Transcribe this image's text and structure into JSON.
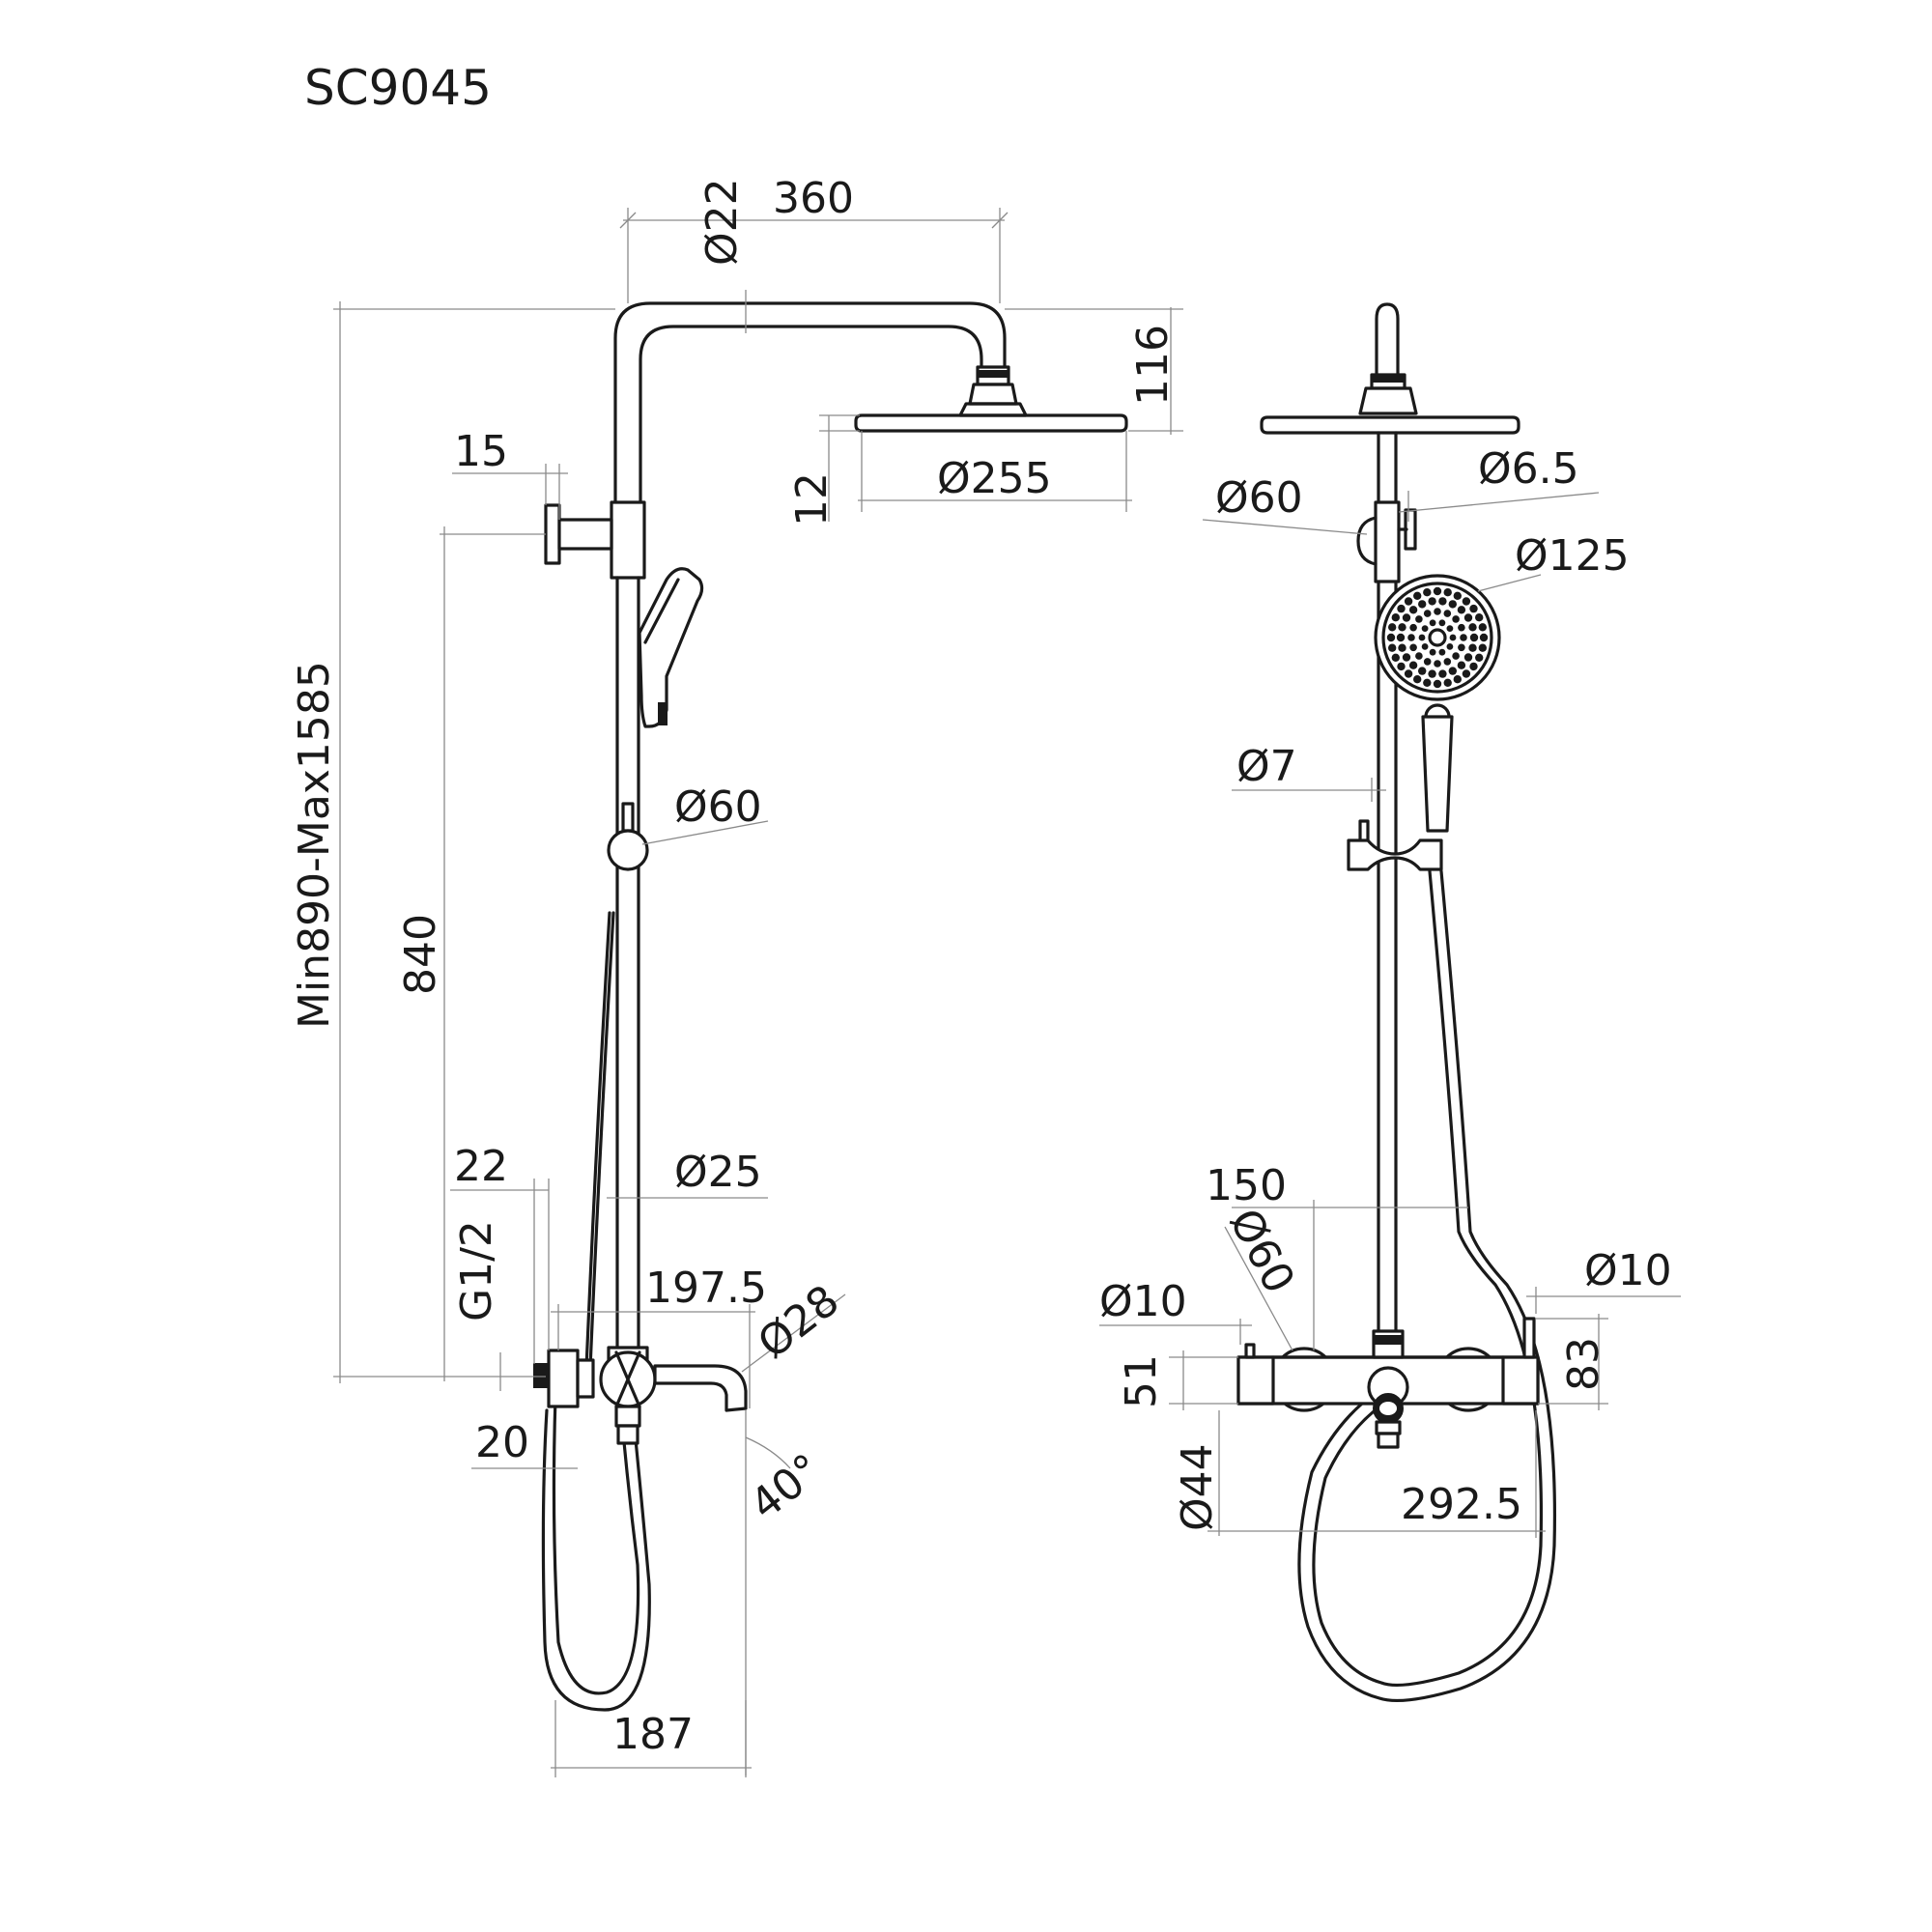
{
  "title": "SC9045",
  "side_view": {
    "width_top": "360",
    "pipe_dia_top": "Ø22",
    "head_height": "116",
    "head_dia": "Ø255",
    "head_thickness": "12",
    "knob_offset": "15",
    "total_height": "Min890-Max1585",
    "slider_height": "840",
    "holder_dia": "Ø60",
    "bar_dia": "Ø25",
    "inlet_offset": "22",
    "thread": "G1/2",
    "spout_length": "197.5",
    "spout_dia": "Ø28",
    "inlet_depth": "20",
    "spout_angle": "40°",
    "hose_width": "187"
  },
  "front_view": {
    "knob_dia_top": "Ø6.5",
    "holder_dia": "Ø60",
    "handshower_dia": "Ø125",
    "rod_dia": "Ø7",
    "valve_spacing": "150",
    "handle_dia": "Ø60",
    "left_knob_dia": "Ø10",
    "right_knob_dia": "Ø10",
    "body_height": "51",
    "knob_height": "83",
    "outlet_dia": "Ø44",
    "body_width": "292.5"
  }
}
